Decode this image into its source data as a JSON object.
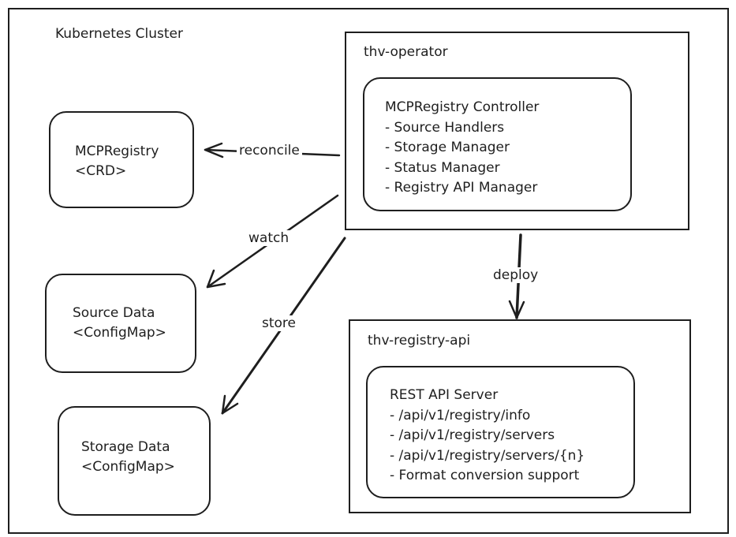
{
  "cluster": {
    "title": "Kubernetes Cluster"
  },
  "operator": {
    "title": "thv-operator",
    "controller": {
      "lines": [
        "MCPRegistry Controller",
        "- Source Handlers",
        "- Storage Manager",
        "- Status Manager",
        "- Registry API Manager"
      ]
    }
  },
  "mcpregistry": {
    "lines": [
      "MCPRegistry",
      "<CRD>"
    ]
  },
  "source_data": {
    "lines": [
      "Source Data",
      "<ConfigMap>"
    ]
  },
  "storage_data": {
    "lines": [
      "Storage Data",
      "<ConfigMap>"
    ]
  },
  "registry_api": {
    "title": "thv-registry-api",
    "server": {
      "lines": [
        "REST API Server",
        "- /api/v1/registry/info",
        "- /api/v1/registry/servers",
        "- /api/v1/registry/servers/{n}",
        "- Format conversion support"
      ]
    }
  },
  "edges": {
    "reconcile": "reconcile",
    "watch": "watch",
    "store": "store",
    "deploy": "deploy"
  }
}
